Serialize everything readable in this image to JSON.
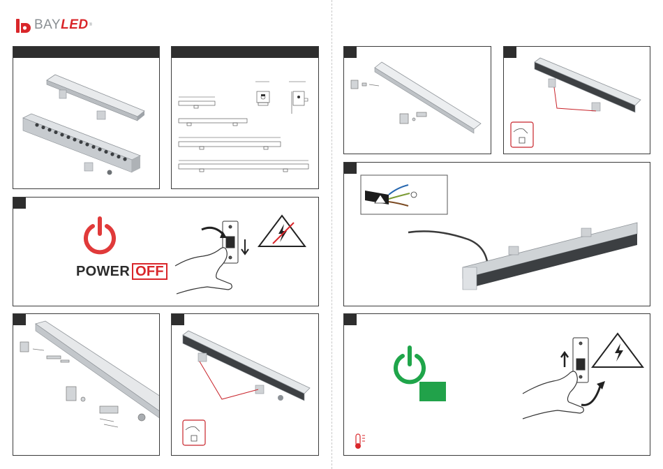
{
  "brand": {
    "name_part1": "BAY",
    "name_part2": "LED",
    "registered_mark": "®",
    "colors": {
      "red": "#d9262a",
      "grey": "#8a8f93"
    }
  },
  "power_off_panel": {
    "word_power": "POWER",
    "word_off": "OFF",
    "icon_color": "#e03a3a"
  },
  "power_on_panel": {
    "icon_color": "#1fa54a",
    "indicator_color": "#21a24a"
  },
  "icons": {
    "power": "power-icon",
    "warning": "high-voltage-warning-icon",
    "thermometer": "thermometer-icon"
  }
}
